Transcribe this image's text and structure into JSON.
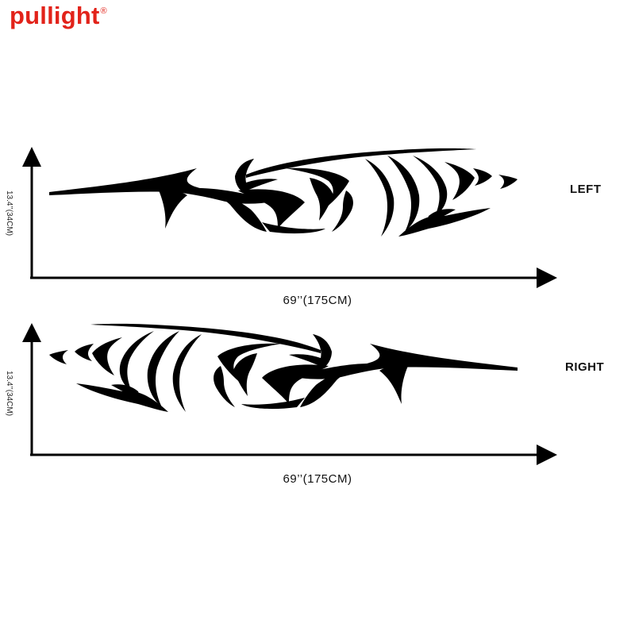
{
  "brand": {
    "name": "pullight",
    "mark": "®",
    "color": "#e2231a"
  },
  "panels": [
    {
      "side": "LEFT",
      "width_text": "69’’(175CM)",
      "height_text": "13.4’’(34CM)"
    },
    {
      "side": "RIGHT",
      "width_text": "69’’(175CM)",
      "height_text": "13.4’’(34CM)"
    }
  ],
  "colors": {
    "ink": "#000000",
    "background": "#ffffff"
  }
}
